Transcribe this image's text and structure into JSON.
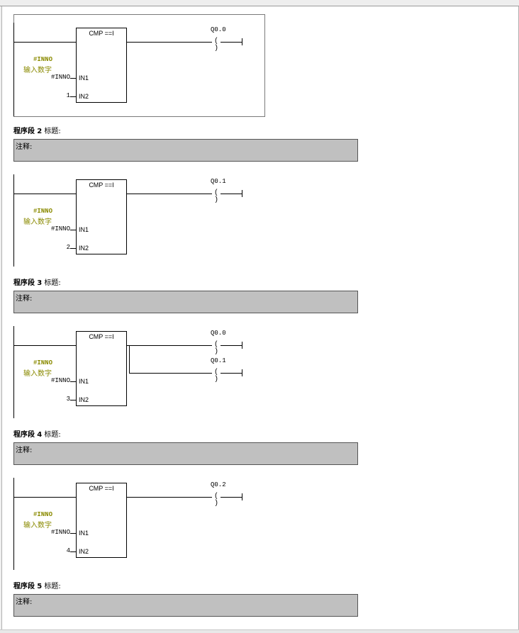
{
  "networks": [
    {
      "block": "CMP ==I",
      "symbol": "#INNO",
      "symbol_comment": "输入数字",
      "in1_param": "#INNO",
      "in1_pin": "IN1",
      "in2_param": "1",
      "in2_pin": "IN2",
      "outputs": [
        "Q0.0"
      ]
    },
    {
      "header_label": "程序段",
      "header_number": "2",
      "header_title": "标题:",
      "comment_label": "注释:",
      "block": "CMP ==I",
      "symbol": "#INNO",
      "symbol_comment": "输入数字",
      "in1_param": "#INNO",
      "in1_pin": "IN1",
      "in2_param": "2",
      "in2_pin": "IN2",
      "outputs": [
        "Q0.1"
      ]
    },
    {
      "header_label": "程序段",
      "header_number": "3",
      "header_title": "标题:",
      "comment_label": "注释:",
      "block": "CMP ==I",
      "symbol": "#INNO",
      "symbol_comment": "输入数字",
      "in1_param": "#INNO",
      "in1_pin": "IN1",
      "in2_param": "3",
      "in2_pin": "IN2",
      "outputs": [
        "Q0.0",
        "Q0.1"
      ]
    },
    {
      "header_label": "程序段",
      "header_number": "4",
      "header_title": "标题:",
      "comment_label": "注释:",
      "block": "CMP ==I",
      "symbol": "#INNO",
      "symbol_comment": "输入数字",
      "in1_param": "#INNO",
      "in1_pin": "IN1",
      "in2_param": "4",
      "in2_pin": "IN2",
      "outputs": [
        "Q0.2"
      ]
    },
    {
      "header_label": "程序段",
      "header_number": "5",
      "header_title": "标题:",
      "comment_label": "注释:"
    }
  ],
  "coil_symbol": "( )"
}
